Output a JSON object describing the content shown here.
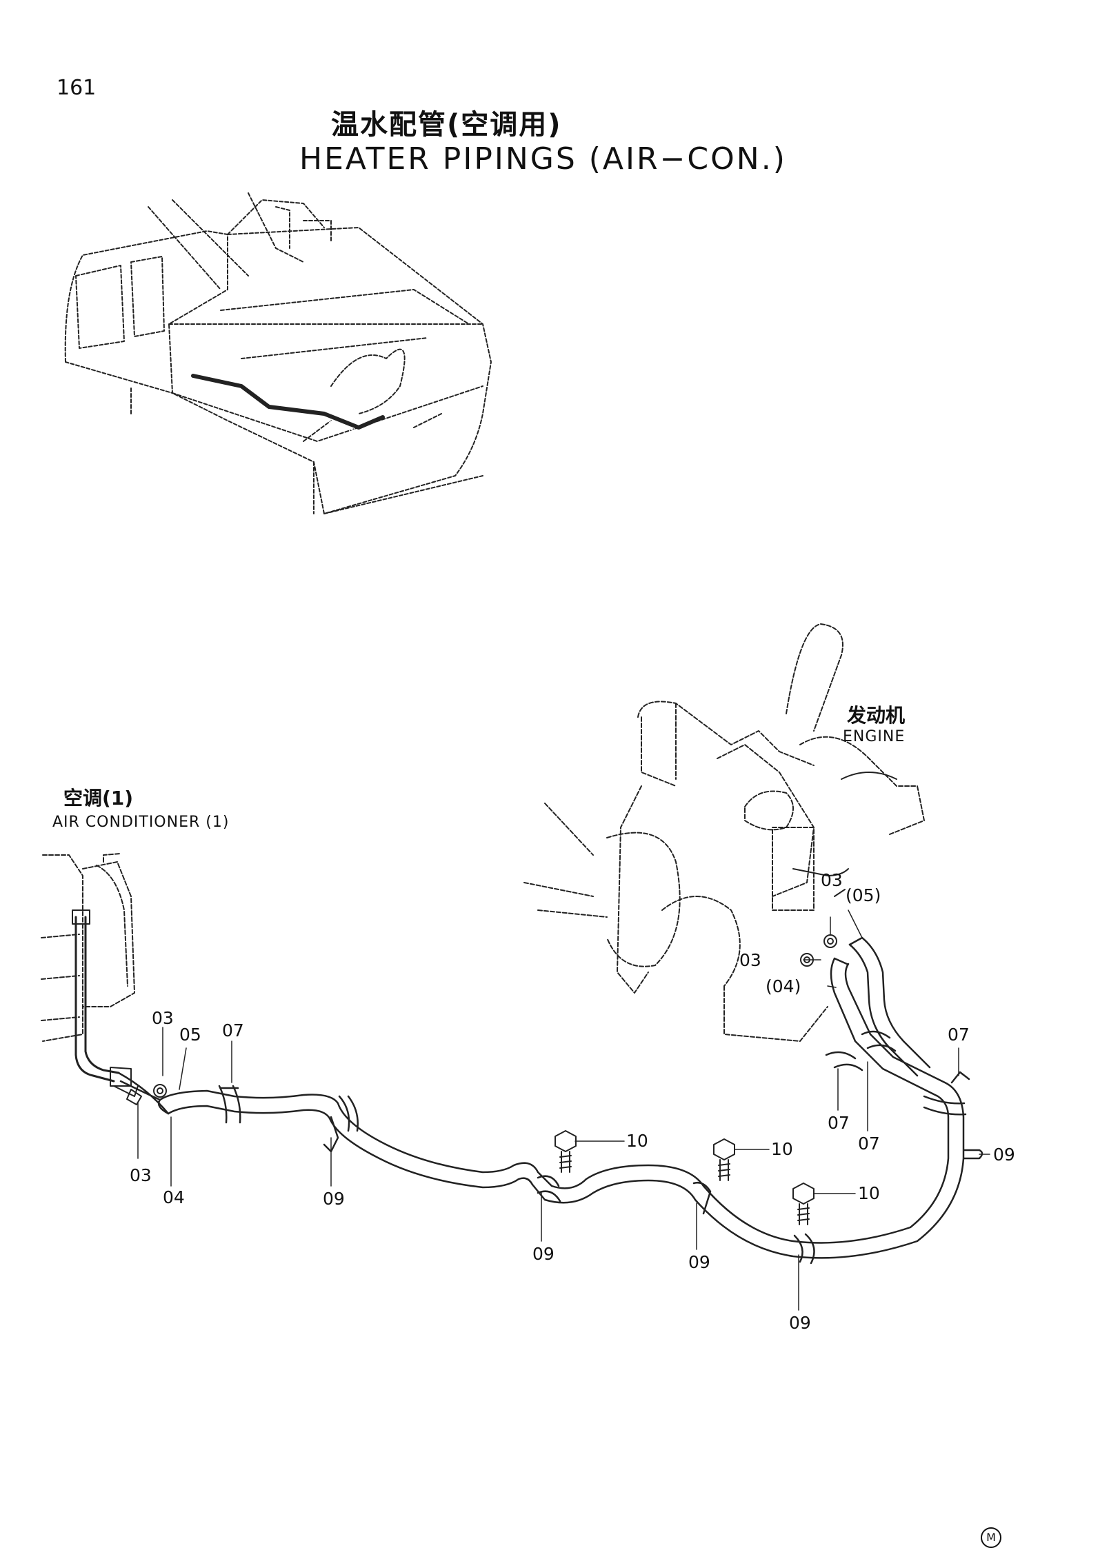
{
  "page": {
    "number": "161"
  },
  "title": {
    "zh": "温水配管(空调用)",
    "en": "HEATER PIPINGS (AIR−CON.)"
  },
  "labels": {
    "engine_zh": "发动机",
    "engine_en": "ENGINE",
    "aircon_zh": "空调(1)",
    "aircon_en": "AIR CONDITIONER (1)"
  },
  "callouts": {
    "c03_left_top": "03",
    "c05_left": "05",
    "c07_left": "07",
    "c03_left_bottom": "03",
    "c04_left": "04",
    "c09_a": "09",
    "c10_a": "10",
    "c09_b": "09",
    "c10_b": "10",
    "c09_c": "09",
    "c10_c": "10",
    "c09_d": "09",
    "c03_right_top": "03",
    "c05_right": "(05)",
    "c03_right_mid": "03",
    "c04_right": "(04)",
    "c07_right_a": "07",
    "c07_right_b": "07",
    "c07_right_c": "07",
    "c09_e": "09"
  },
  "footer": {
    "mark": "M"
  }
}
